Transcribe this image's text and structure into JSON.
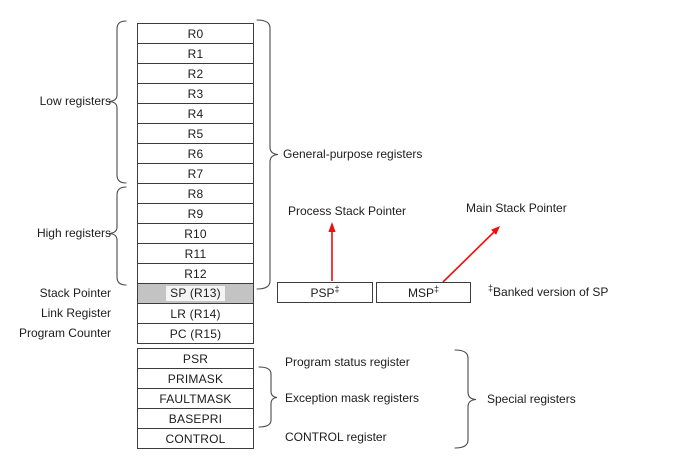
{
  "register_file": {
    "general": [
      "R0",
      "R1",
      "R2",
      "R3",
      "R4",
      "R5",
      "R6",
      "R7",
      "R8",
      "R9",
      "R10",
      "R11",
      "R12"
    ],
    "sp": "SP (R13)",
    "lr": "LR (R14)",
    "pc": "PC (R15)"
  },
  "special_registers": [
    "PSR",
    "PRIMASK",
    "FAULTMASK",
    "BASEPRI",
    "CONTROL"
  ],
  "left_labels": {
    "low": "Low registers",
    "high": "High registers",
    "stack_pointer": "Stack Pointer",
    "link_register": "Link Register",
    "program_counter": "Program Counter"
  },
  "banked_pointers": {
    "psp": "PSP",
    "msp": "MSP",
    "sup": "‡"
  },
  "annotations": {
    "general_purpose": "General-purpose registers",
    "process_sp": "Process Stack Pointer",
    "main_sp": "Main Stack Pointer",
    "banked_sup": "‡",
    "banked_note": "Banked version of SP",
    "psr_desc": "Program status register",
    "mask_desc": "Exception mask registers",
    "control_desc": "CONTROL register",
    "special_group": "Special registers"
  },
  "colors": {
    "arrow": "#f20d0d",
    "border": "#3c3c3c",
    "brace": "#4a4a4a",
    "sp_row_fill": "#c3c3c3",
    "text": "#1c1c1c"
  }
}
